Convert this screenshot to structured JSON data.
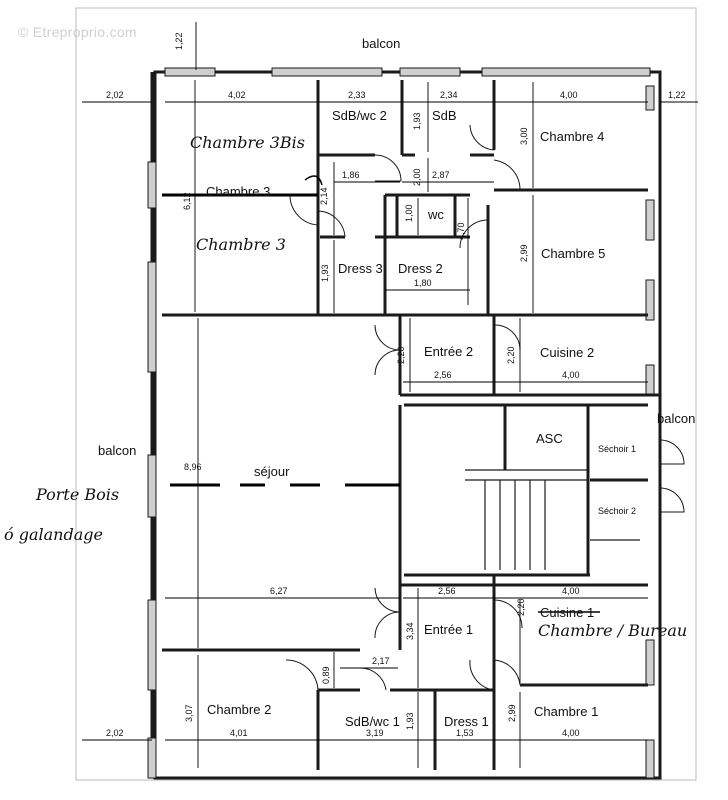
{
  "watermark": "© Etreproprio.com",
  "rooms": {
    "balcon_top": "balcon",
    "balcon_left": "balcon",
    "balcon_right": "balcon",
    "chambre3": "Chambre 3",
    "sdb_wc2": "SdB/wc 2",
    "sdb": "SdB",
    "chambre4": "Chambre 4",
    "wc": "wc",
    "dress3": "Dress 3",
    "dress2": "Dress 2",
    "chambre5": "Chambre 5",
    "entree2": "Entrée 2",
    "cuisine2": "Cuisine 2",
    "asc": "ASC",
    "sechoir1": "Séchoir 1",
    "sechoir2": "Séchoir 2",
    "sejour": "séjour",
    "entree1": "Entrée 1",
    "cuisine1": "Cuisine 1",
    "chambre2": "Chambre 2",
    "sdb_wc1": "SdB/wc 1",
    "dress1": "Dress 1",
    "chambre1": "Chambre 1"
  },
  "dims": {
    "top_122_v": "1,22",
    "top_left_202": "2,02",
    "top_402": "4,02",
    "top_233": "2,33",
    "top_234": "2,34",
    "top_400": "4,00",
    "top_right_122": "1,22",
    "d_193_a": "1,93",
    "d_300": "3,00",
    "d_186": "1,86",
    "d_200": "2,00",
    "d_287": "2,87",
    "d_214": "2,14",
    "d_612": "6,12",
    "d_100": "1,00",
    "d_470": "4,70",
    "d_193_b": "1,93",
    "d_299_a": "2,99",
    "d_180": "1,80",
    "d_220_a": "2,20",
    "d_220_b": "2,20",
    "d_256_a": "2,56",
    "d_400_b": "4,00",
    "d_896": "8,96",
    "d_627": "6,27",
    "d_256_b": "2,56",
    "d_400_c": "4,00",
    "d_220_c": "2,20",
    "d_334": "3,34",
    "d_217": "2,17",
    "d_089": "0,89",
    "d_307": "3,07",
    "d_193_c": "1,93",
    "d_299_b": "2,99",
    "bot_202": "2,02",
    "bot_401": "4,01",
    "bot_319": "3,19",
    "bot_153": "1,53",
    "bot_400": "4,00"
  },
  "handwriting": {
    "chambre3bis": "Chambre 3Bis",
    "chambre3_hw": "Chambre 3",
    "porte_bois": "Porte Bois",
    "galandage": "ó galandage",
    "chambre_bureau": "Chambre / Bureau"
  }
}
